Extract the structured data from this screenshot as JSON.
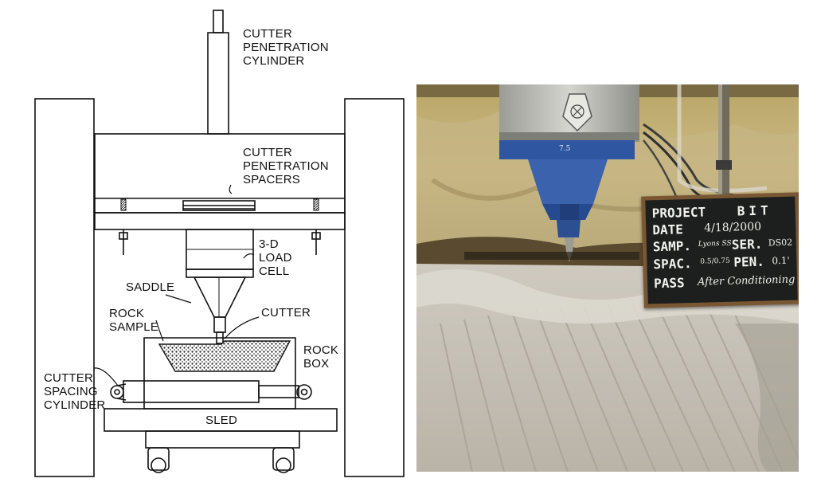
{
  "diagram": {
    "labels": {
      "cylinder": [
        "CUTTER",
        "PENETRATION",
        "CYLINDER"
      ],
      "spacers": [
        "CUTTER",
        "PENETRATION",
        "SPACERS"
      ],
      "load_cell": [
        "3-D",
        "LOAD",
        "CELL"
      ],
      "saddle": "SADDLE",
      "rock_sample": [
        "ROCK",
        "SAMPLE"
      ],
      "cutter": "CUTTER",
      "rock_box": [
        "ROCK",
        "BOX"
      ],
      "spacing_cylinder": [
        "CUTTER",
        "SPACING",
        "CYLINDER"
      ],
      "sled": "SLED"
    }
  },
  "photo": {
    "sign": {
      "project_label": "PROJECT",
      "project_value": "BIT",
      "date_label": "DATE",
      "date_value": "4/18/2000",
      "samp_label": "SAMP.",
      "samp_value": "Lyons SS",
      "ser_label": "SER.",
      "ser_value": "DS02",
      "spac_label": "SPAC.",
      "spac_value": "0.5/0.75",
      "pen_label": "PEN.",
      "pen_value": "0.1'",
      "pass_label": "PASS",
      "pass_value": "After Conditioning"
    },
    "mount_text": "7.5"
  }
}
